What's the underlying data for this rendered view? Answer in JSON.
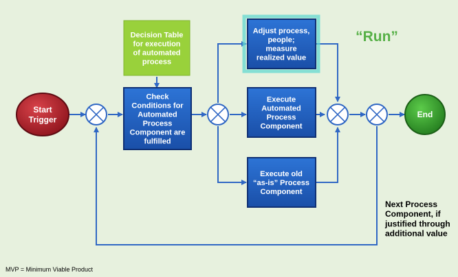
{
  "nodes": {
    "start": {
      "lines": [
        "Start",
        "Trigger"
      ]
    },
    "end": {
      "lines": [
        "End"
      ]
    },
    "decision_table": {
      "lines": [
        "Decision Table",
        "for execution",
        "of automated",
        "process"
      ]
    },
    "check_conditions": {
      "lines": [
        "Check",
        "Conditions for",
        "Automated",
        "Process",
        "Component are",
        "fulfilled"
      ]
    },
    "adjust_process": {
      "lines": [
        "Adjust process,",
        "people;",
        "measure",
        "realized value"
      ]
    },
    "execute_automated": {
      "lines": [
        "Execute",
        "Automated",
        "Process",
        "Component"
      ]
    },
    "execute_old": {
      "lines": [
        "Execute old",
        "“as-is” Process",
        "Component"
      ]
    }
  },
  "labels": {
    "run": "“Run”",
    "next_process": [
      "Next  Process",
      "Component, if",
      "justified through",
      "additional value"
    ],
    "footnote": "MVP = Minimum Viable Product"
  },
  "colors": {
    "background": "#e7f1de",
    "box_blue": "#1f5fbf",
    "box_border": "#0f2f73",
    "decision_green": "#99d13b",
    "start_red": "#b3202a",
    "end_green": "#3ca533",
    "connector": "#2f67c4",
    "run_text": "#56b046",
    "glow": "#63d8d0"
  }
}
